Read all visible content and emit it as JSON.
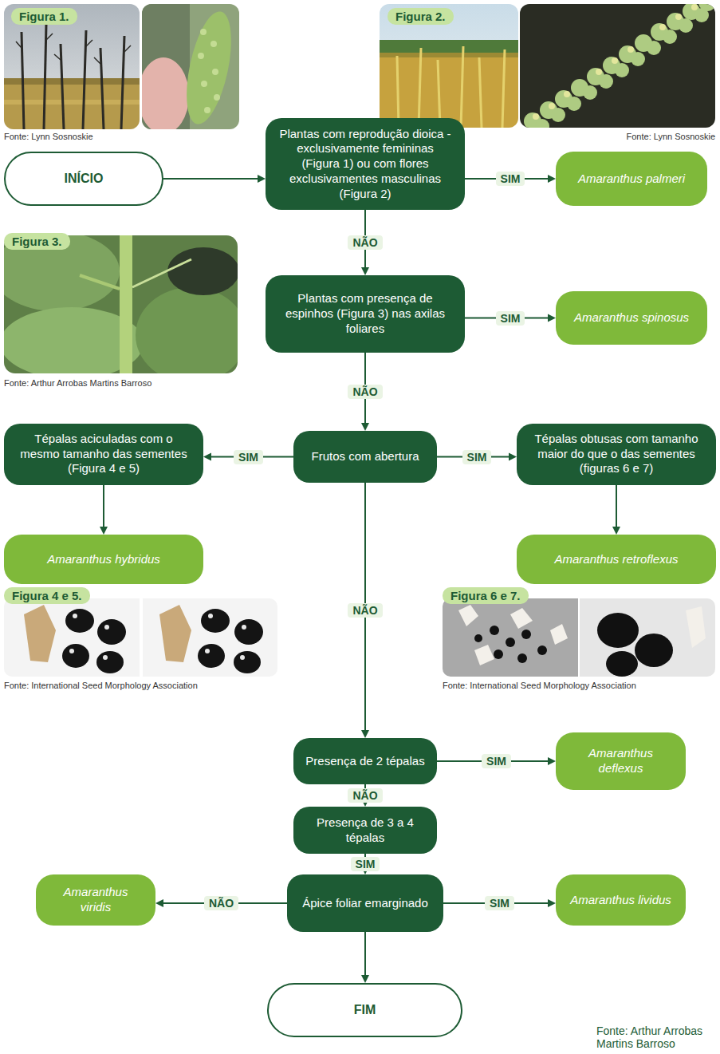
{
  "diagram": {
    "nodes": [
      {
        "text": [
          "INÍCIO"
        ]
      },
      {
        "text": [
          "Plantas com reprodução dioica - exclusivamente femininas (Figura 1) ou com flores exclusivamentes masculinas (Figura 2)"
        ]
      },
      {
        "text": [
          "Amaranthus palmeri"
        ]
      },
      {
        "text": [
          "Plantas com presença de espinhos (Figura 3) nas axilas foliares"
        ]
      },
      {
        "text": [
          "Amaranthus spinosus"
        ]
      },
      {
        "text": [
          "Tépalas aciculadas com o mesmo tamanho das sementes (Figura 4 e 5)"
        ]
      },
      {
        "text": [
          "Frutos com abertura"
        ]
      },
      {
        "text": [
          "Tépalas obtusas com tamanho maior do que o das sementes (figuras 6 e 7)"
        ]
      },
      {
        "text": [
          "Amaranthus hybridus"
        ]
      },
      {
        "text": [
          "Amaranthus retroflexus"
        ]
      },
      {
        "text": [
          "Presença de 2 tépalas"
        ]
      },
      {
        "text": [
          "Amaranthus deflexus"
        ]
      },
      {
        "text": [
          "Presença de 3 a 4 tépalas"
        ]
      },
      {
        "text": [
          "Ápice foliar emarginado"
        ]
      },
      {
        "text": [
          "Amaranthus viridis"
        ]
      },
      {
        "text": [
          "Amaranthus lividus"
        ]
      },
      {
        "text": [
          "FIM"
        ]
      }
    ],
    "edges": [
      {
        "from": 0,
        "to": 1,
        "arrow": "to"
      },
      {
        "from": 1,
        "to": 2,
        "label": "SIM",
        "arrow": "to"
      },
      {
        "from": 1,
        "to": 3,
        "label": "NÃO",
        "arrow": "to"
      },
      {
        "from": 3,
        "to": 4,
        "label": "SIM",
        "arrow": "to"
      },
      {
        "from": 3,
        "to": 6,
        "label": "NÃO",
        "arrow": "to"
      },
      {
        "from": 6,
        "to": 5,
        "label": "SIM",
        "arrow": "to"
      },
      {
        "from": 6,
        "to": 7,
        "label": "SIM",
        "arrow": "to"
      },
      {
        "from": 5,
        "to": 8,
        "arrow": "to"
      },
      {
        "from": 7,
        "to": 9,
        "arrow": "to"
      },
      {
        "from": 6,
        "to": 10,
        "label": "NÃO",
        "arrow": "to"
      },
      {
        "from": 10,
        "to": 11,
        "label": "SIM",
        "arrow": "to"
      },
      {
        "from": 10,
        "to": 12,
        "label": "NÃO",
        "arrow": "to"
      },
      {
        "from": 12,
        "to": 13,
        "label": "SIM",
        "arrow": "to"
      },
      {
        "from": 13,
        "to": 14,
        "label": "NÃO",
        "arrow": "to"
      },
      {
        "from": 13,
        "to": 15,
        "label": "SIM",
        "arrow": "to"
      },
      {
        "from": 13,
        "to": 16,
        "arrow": "to"
      }
    ],
    "labels": [
      "Figura 1.",
      "Fonte: Lynn Sosnoskie",
      "Figura 2.",
      "Fonte: Lynn Sosnoskie",
      "Figura 3.",
      "Fonte: Arthur Arrobas Martins Barroso",
      "Figura 4 e 5.",
      "Fonte: International Seed Morphology Association",
      "Figura 6 e 7.",
      "Fonte: International Seed Morphology Association",
      "Fonte: Arthur Arrobas Martins Barroso"
    ]
  }
}
